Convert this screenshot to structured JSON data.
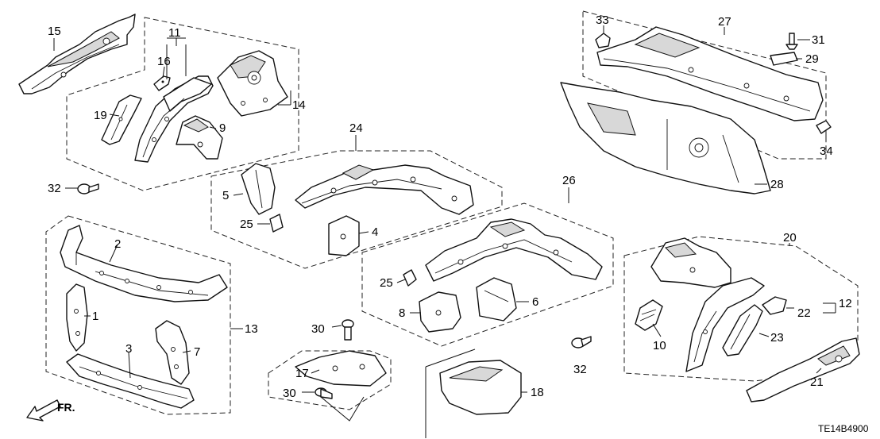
{
  "diagram_code": "TE14B4900",
  "direction_label": "FR.",
  "callouts": {
    "c1": "1",
    "c2": "2",
    "c3": "3",
    "c4": "4",
    "c5": "5",
    "c6": "6",
    "c7": "7",
    "c8": "8",
    "c9": "9",
    "c10": "10",
    "c11": "11",
    "c12": "12",
    "c13": "13",
    "c14": "14",
    "c15": "15",
    "c16": "16",
    "c17": "17",
    "c18": "18",
    "c19": "19",
    "c20": "20",
    "c21": "21",
    "c22": "22",
    "c23": "23",
    "c24": "24",
    "c25a": "25",
    "c25b": "25",
    "c26": "26",
    "c27": "27",
    "c28": "28",
    "c29": "29",
    "c30a": "30",
    "c30b": "30",
    "c31": "31",
    "c32a": "32",
    "c32b": "32",
    "c33": "33",
    "c34": "34"
  }
}
